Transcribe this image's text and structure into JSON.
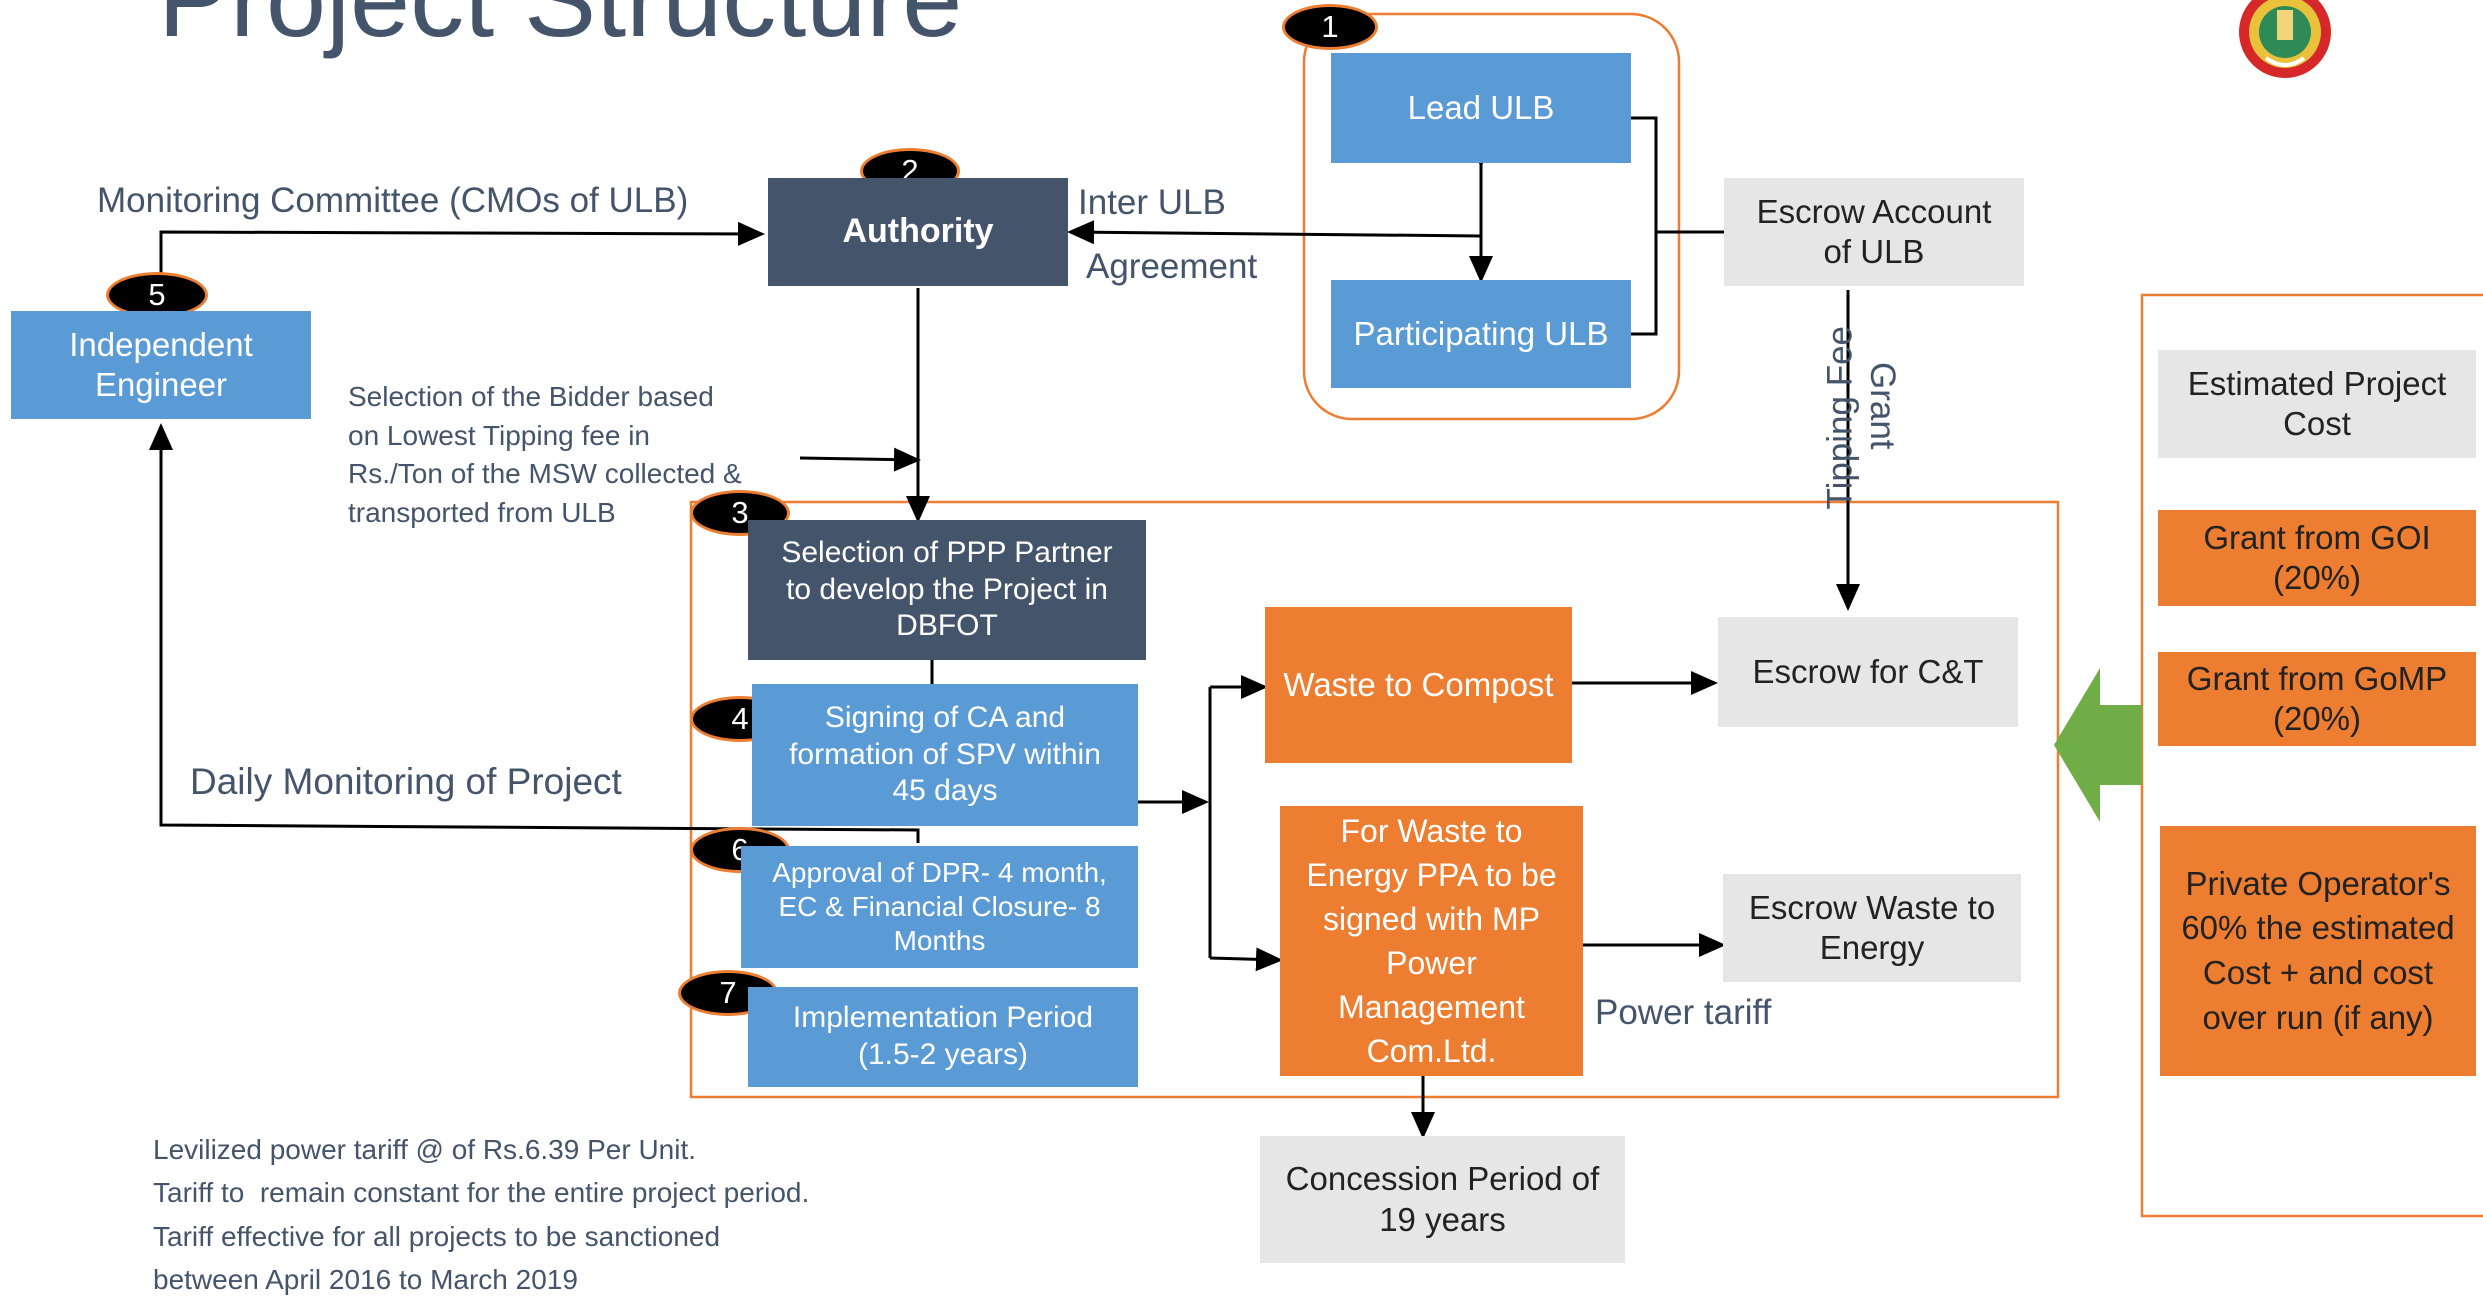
{
  "title": "Project Structure",
  "badges": [
    "1",
    "2",
    "3",
    "4",
    "5",
    "6",
    "7"
  ],
  "boxes": {
    "lead_ulb": "Lead ULB",
    "participating_ulb": "Participating ULB",
    "authority": "Authority",
    "escrow_ulb": "Escrow Account\nof ULB",
    "independent_engineer": "Independent\nEngineer",
    "selection_ppp": "Selection of PPP Partner\nto develop the Project  in\nDBFOT",
    "signing_ca": "Signing of CA and\nformation  of SPV within\n45 days",
    "approval_dpr": "Approval of DPR- 4 month,\nEC & Financial Closure- 8\nMonths",
    "implementation": "Implementation  Period\n(1.5-2 years)",
    "waste_compost": "Waste to Compost",
    "waste_energy": "For Waste to\nEnergy PPA to be\nsigned with MP\nPower\nManagement\nCom.Ltd.",
    "escrow_ct": "Escrow for C&T",
    "escrow_wte": "Escrow Waste to\nEnergy",
    "concession": "Concession Period of\n19 years"
  },
  "labels": {
    "monitoring_committee": "Monitoring Committee (CMOs of ULB)",
    "inter_ulb": "Inter ULB",
    "agreement": "Agreement",
    "bidder_selection": "Selection of the Bidder based\non Lowest Tipping fee in\nRs./Ton of the MSW collected &\n transported from ULB",
    "daily_monitoring": "Daily Monitoring of Project",
    "tipping_fee": "Tipping Fee",
    "grant": "Grant",
    "power_tariff": "Power tariff",
    "notes": "Levilized power tariff @ of Rs.6.39 Per Unit.\nTariff to  remain constant for the entire project period.\nTariff effective for all projects to be sanctioned\nbetween April 2016 to March 2019"
  },
  "cost_panel": {
    "estimated": "Estimated Project\nCost",
    "goi": "Grant from GOI\n(20%)",
    "gomp": "Grant from GoMP\n(20%)",
    "private": "Private Operator's\n60% the estimated\nCost + and cost\nover run (if any)"
  },
  "colors": {
    "blue": "#5b9bd5",
    "navy": "#44546a",
    "orange": "#ed7d31",
    "grey": "#e7e6e6",
    "green": "#70ad47"
  }
}
